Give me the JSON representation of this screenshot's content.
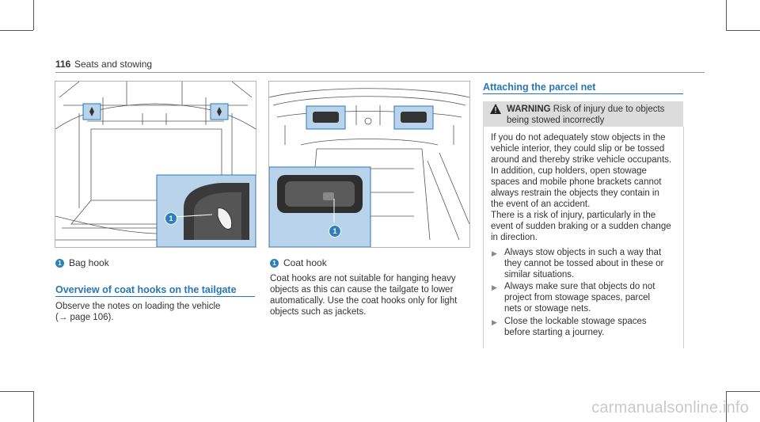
{
  "header": {
    "page_number": "116",
    "title": "Seats and stowing"
  },
  "figure_left": {
    "callout": "1",
    "caption": "Bag hook"
  },
  "figure_middle": {
    "callout": "1",
    "caption": "Coat hook"
  },
  "section_overview": {
    "title": "Overview of coat hooks on the tailgate",
    "line1": "Observe the notes on loading the vehicle",
    "line2": "(→ page 106)."
  },
  "middle_text": {
    "lines": [
      "Coat hooks are not suitable for hanging heavy",
      "objects as this can cause the tailgate to lower",
      "automatically. Use the coat hooks only for light",
      "objects such as jackets."
    ]
  },
  "section_parcel": {
    "title": "Attaching the parcel net"
  },
  "warning": {
    "label": "WARNING",
    "line1": " Risk of injury due to objects",
    "line2": "being stowed incorrectly"
  },
  "right_text": {
    "para1": [
      "If you do not adequately stow objects in the",
      "vehicle interior, they could slip or be tossed",
      "around and thereby strike vehicle occupants.",
      "In addition, cup holders, open stowage",
      "spaces and mobile phone brackets cannot",
      "always restrain the objects they contain in",
      "the event of an accident."
    ],
    "para2": [
      "There is a risk of injury, particularly in the",
      "event of sudden braking or a sudden change",
      "in direction."
    ]
  },
  "bullets": [
    {
      "lines": [
        "Always stow objects in such a way that",
        "they cannot be tossed about in these or",
        "similar situations."
      ]
    },
    {
      "lines": [
        "Always make sure that objects do not",
        "project from stowage spaces, parcel",
        "nets or stowage nets."
      ]
    },
    {
      "lines": [
        "Close the lockable stowage spaces",
        "before starting a journey."
      ]
    }
  ],
  "watermark": "carmanualsonline.info",
  "colors": {
    "accent_blue": "#2677b8",
    "highlight_fill": "#b9d4ea",
    "warning_bg": "#dcdcdc"
  }
}
